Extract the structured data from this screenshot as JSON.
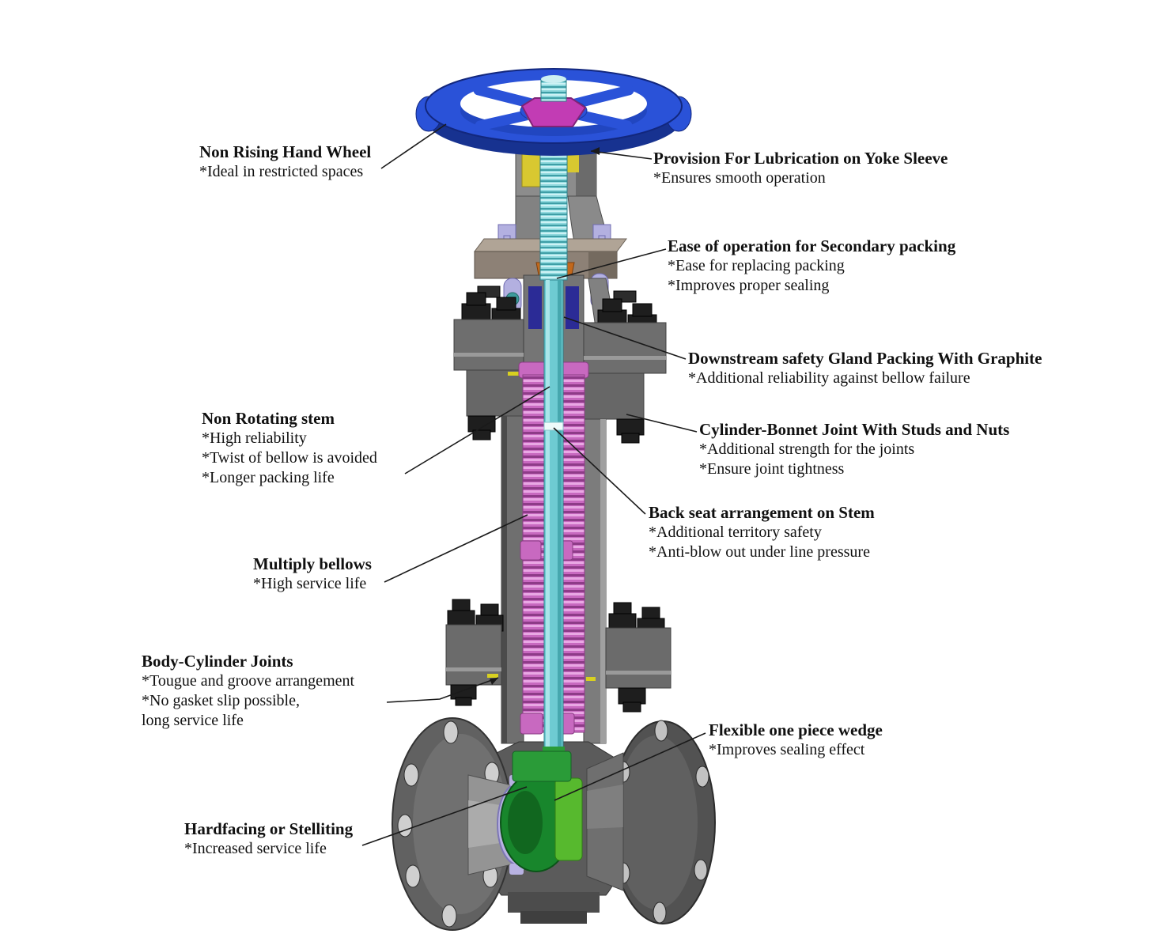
{
  "diagram": {
    "annotations": [
      {
        "id": "non-rising-hand-wheel",
        "title": "Non Rising Hand Wheel",
        "lines": [
          "*Ideal in restricted spaces"
        ]
      },
      {
        "id": "provision-lubrication",
        "title": "Provision For Lubrication on Yoke Sleeve",
        "lines": [
          "*Ensures smooth operation"
        ]
      },
      {
        "id": "secondary-packing",
        "title": "Ease of operation for Secondary packing",
        "lines": [
          "*Ease for replacing packing",
          "*Improves proper sealing"
        ]
      },
      {
        "id": "gland-packing",
        "title": "Downstream safety Gland Packing With Graphite",
        "lines": [
          "*Additional reliability against bellow failure"
        ]
      },
      {
        "id": "cylinder-bonnet-joint",
        "title": "Cylinder-Bonnet Joint With Studs and Nuts",
        "lines": [
          "*Additional strength for the joints",
          "*Ensure joint tightness"
        ]
      },
      {
        "id": "back-seat",
        "title": "Back seat arrangement on Stem",
        "lines": [
          "*Additional territory safety",
          "*Anti-blow out under line pressure"
        ]
      },
      {
        "id": "non-rotating-stem",
        "title": "Non Rotating stem",
        "lines": [
          "*High reliability",
          "*Twist of bellow is avoided",
          "*Longer packing life"
        ]
      },
      {
        "id": "multiply-bellows",
        "title": "Multiply bellows",
        "lines": [
          "*High service life"
        ]
      },
      {
        "id": "body-cylinder-joints",
        "title": "Body-Cylinder Joints",
        "lines": [
          "*Tougue and groove arrangement",
          "*No gasket slip possible,",
          "long service life"
        ]
      },
      {
        "id": "hardfacing",
        "title": "Hardfacing or Stelliting",
        "lines": [
          "*Increased service life"
        ]
      },
      {
        "id": "flexible-wedge",
        "title": "Flexible one piece wedge",
        "lines": [
          "*Improves sealing effect"
        ]
      }
    ],
    "colors": {
      "handwheel": "#2a52d8",
      "wheel_nut": "#c23cb4",
      "stem": "#6ecbd2",
      "bellows": "#c869c0",
      "wedge": "#2a9b38",
      "secondary_packing": "#c2681c",
      "gland_packing": "#2b2b96",
      "yoke_sleeve": "#d8c830",
      "gland_bolts": "#b3b0e0",
      "seat_ring": "#b8b2e2",
      "gasket": "#d8d020",
      "metal": "#6e6e6e",
      "text": "#101010"
    }
  }
}
